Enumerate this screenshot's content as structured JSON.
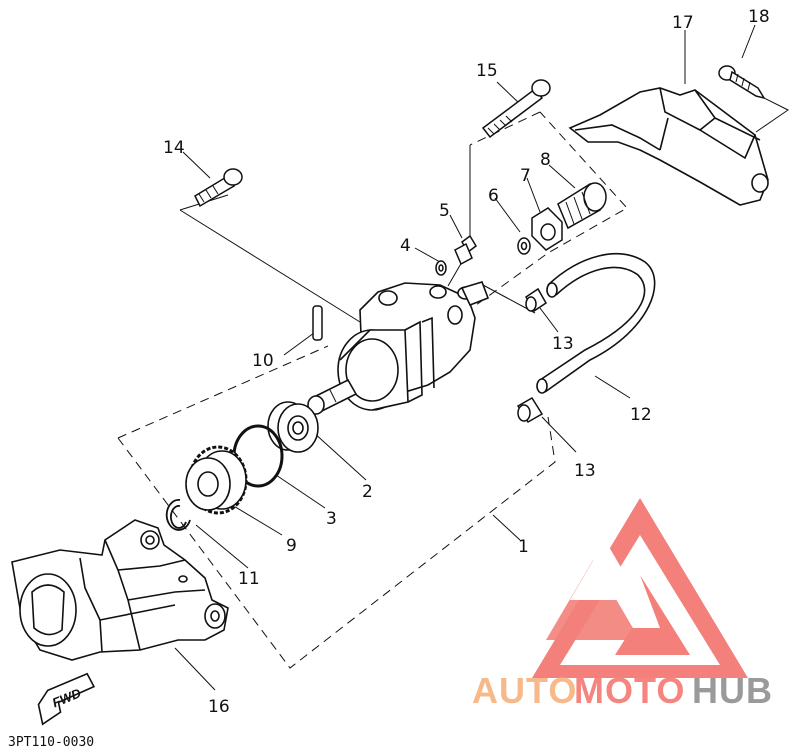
{
  "diagram": {
    "drawing_code": "3PT110-0030",
    "direction_label": "FWD",
    "callouts": [
      "1",
      "2",
      "3",
      "4",
      "5",
      "6",
      "7",
      "8",
      "9",
      "10",
      "11",
      "12",
      "13",
      "13",
      "14",
      "15",
      "16",
      "17",
      "18"
    ]
  },
  "watermark": {
    "brand_part1": "AUTO",
    "brand_part2": "MOTO",
    "brand_part3": "HUB",
    "colors": {
      "logo_red": "#f26a63",
      "auto_orange": "#f7b98a",
      "moto_red": "#f5857e",
      "hub_gray": "#9a9a9a"
    }
  },
  "colors": {
    "line": "#111111",
    "background": "#ffffff"
  }
}
